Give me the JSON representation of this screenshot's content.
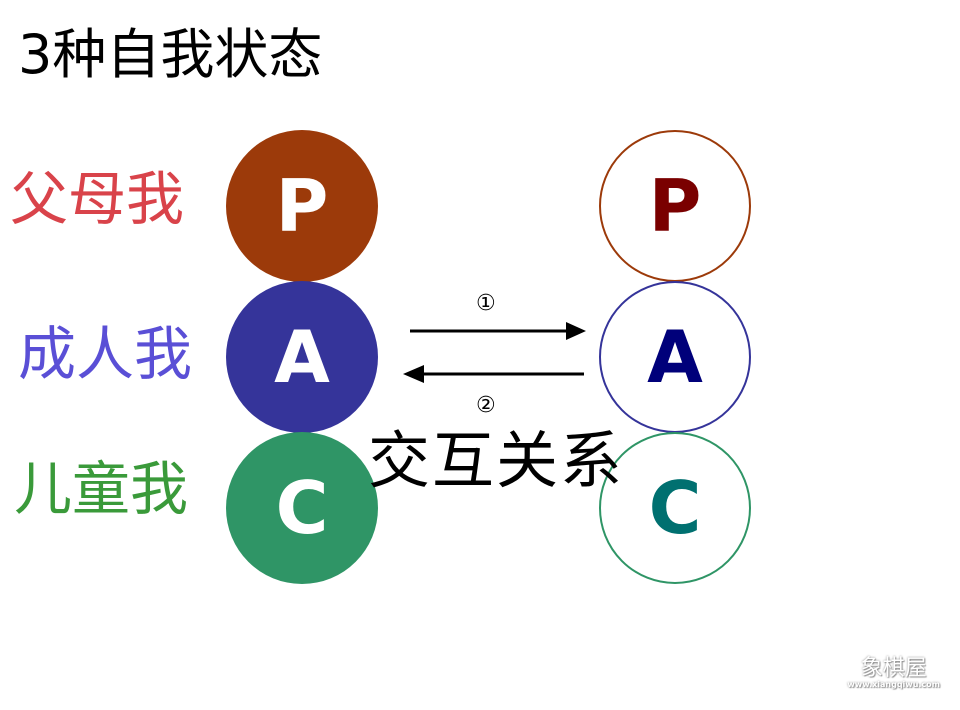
{
  "title": "3种自我状态",
  "labels": {
    "parent": "父母我",
    "adult": "成人我",
    "child": "儿童我"
  },
  "left_circles": {
    "p": "P",
    "a": "A",
    "c": "C"
  },
  "right_circles": {
    "p": "P",
    "a": "A",
    "c": "C"
  },
  "arrows": {
    "forward_label": "①",
    "back_label": "②"
  },
  "relation_label": "交互关系",
  "watermark": {
    "name": "象棋屋",
    "url": "www.xiangqiwu.com"
  },
  "colors": {
    "parent": "#9c3a0a",
    "adult": "#35349a",
    "child": "#2f9566",
    "parent_label": "#d9434a",
    "adult_label": "#5a4fd6",
    "child_label": "#3a9a3a"
  }
}
